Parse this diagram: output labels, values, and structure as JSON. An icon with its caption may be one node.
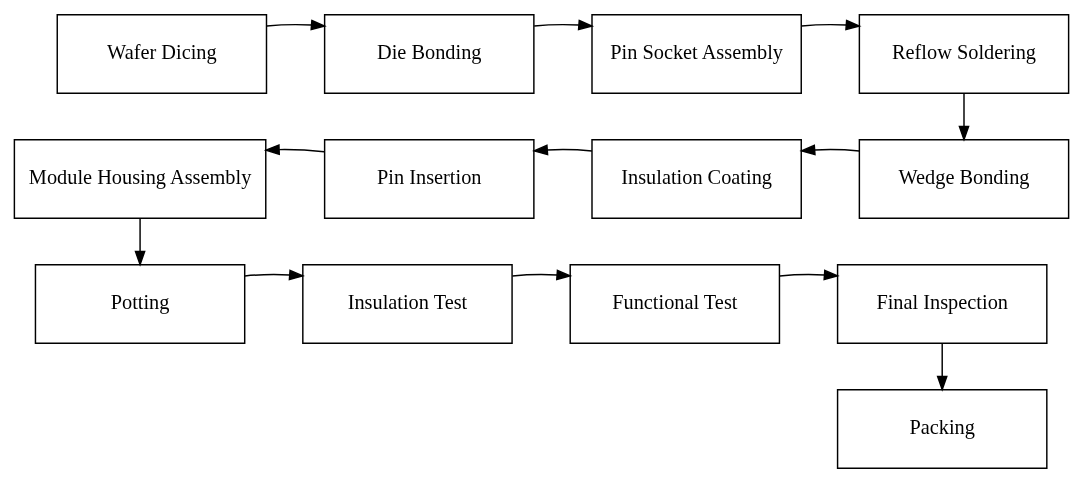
{
  "diagram": {
    "nodes": [
      {
        "text": [
          "Wafer Dicing"
        ]
      },
      {
        "text": [
          "Die Bonding"
        ]
      },
      {
        "text": [
          "Pin Socket Assembly"
        ]
      },
      {
        "text": [
          "Reflow Soldering"
        ]
      },
      {
        "text": [
          "Wedge Bonding"
        ]
      },
      {
        "text": [
          "Insulation Coating"
        ]
      },
      {
        "text": [
          "Pin Insertion"
        ]
      },
      {
        "text": [
          "Module Housing Assembly"
        ]
      },
      {
        "text": [
          "Potting"
        ]
      },
      {
        "text": [
          "Insulation Test"
        ]
      },
      {
        "text": [
          "Functional Test"
        ]
      },
      {
        "text": [
          "Final Inspection"
        ]
      },
      {
        "text": [
          "Packing"
        ]
      }
    ],
    "edges": [
      {
        "from": 0,
        "to": 1,
        "arrow": "to"
      },
      {
        "from": 1,
        "to": 2,
        "arrow": "to"
      },
      {
        "from": 2,
        "to": 3,
        "arrow": "to"
      },
      {
        "from": 3,
        "to": 4,
        "arrow": "to"
      },
      {
        "from": 4,
        "to": 5,
        "arrow": "to"
      },
      {
        "from": 5,
        "to": 6,
        "arrow": "to"
      },
      {
        "from": 6,
        "to": 7,
        "arrow": "to"
      },
      {
        "from": 7,
        "to": 8,
        "arrow": "to"
      },
      {
        "from": 8,
        "to": 9,
        "arrow": "to"
      },
      {
        "from": 9,
        "to": 10,
        "arrow": "to"
      },
      {
        "from": 10,
        "to": 11,
        "arrow": "to"
      },
      {
        "from": 11,
        "to": 12,
        "arrow": "to"
      }
    ]
  }
}
